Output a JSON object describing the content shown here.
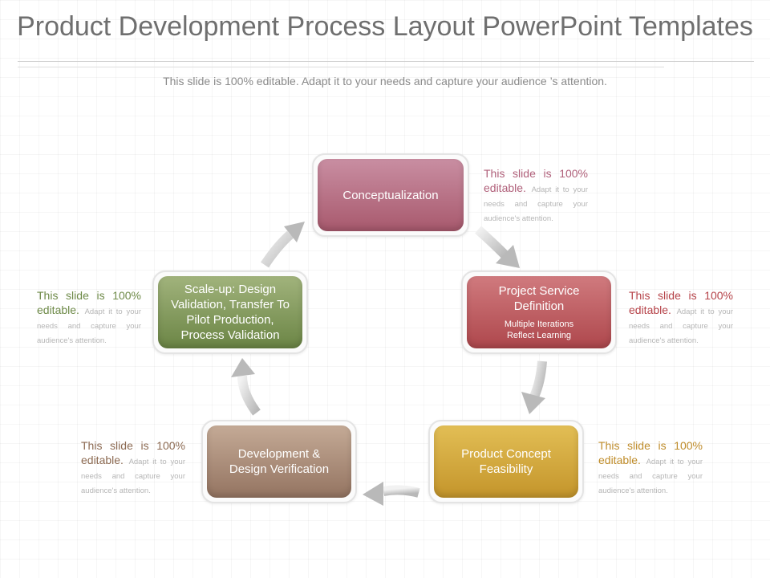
{
  "header": {
    "title": "Product Development Process Layout PowerPoint Templates",
    "subtitle": "This slide is 100% editable. Adapt it to your needs and capture your  audience ’s attention."
  },
  "steps": [
    {
      "label": "Conceptualization",
      "sub": ""
    },
    {
      "label": "Project Service Definition",
      "sub": "Multiple Iterations Reflect Learning"
    },
    {
      "label": "Product Concept Feasibility",
      "sub": ""
    },
    {
      "label": "Development & Design Verification",
      "sub": ""
    },
    {
      "label": "Scale-up: Design Validation, Transfer To Pilot Production, Process Validation",
      "sub": ""
    }
  ],
  "notes": [
    {
      "head": "This slide is 100%",
      "head2": "editable.",
      "body": "Adapt it to your needs and capture your audience's attention."
    },
    {
      "head": "This slide is 100%",
      "head2": "editable.",
      "body": "Adapt it to your needs and capture your audience's attention."
    },
    {
      "head": "This slide is 100%",
      "head2": "editable.",
      "body": "Adapt it to your needs and capture your audience's attention."
    },
    {
      "head": "This slide is 100%",
      "head2": "editable.",
      "body": "Adapt it to your needs and capture your audience's attention."
    },
    {
      "head": "This slide is 100%",
      "head2": "editable.",
      "body": "Adapt it to your needs and capture your audience's attention."
    }
  ],
  "colors": {
    "conceptualization": "#b0687e",
    "project_service": "#be5a5f",
    "feasibility": "#d3a93f",
    "development": "#a8897a",
    "scale_up": "#849c5e",
    "arrow": "#c4c4c4"
  }
}
